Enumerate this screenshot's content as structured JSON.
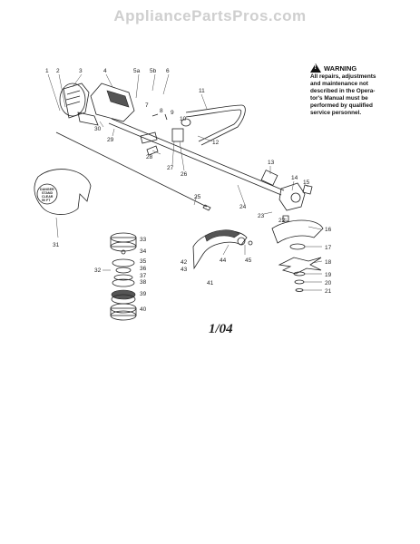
{
  "watermark": "AppliancePartsPros.com",
  "warning": {
    "title": "WARNING",
    "lines": [
      "All repairs, adjustments",
      "and maintenance not",
      "described in the Opera-",
      "tor's Manual must be",
      "performed by qualified",
      "service personnel."
    ]
  },
  "guard_sticker": [
    "DANGER",
    "STAND",
    "CLEAR",
    "50 FT"
  ],
  "date_code": "1/04",
  "callouts": [
    "1",
    "2",
    "3",
    "4",
    "5a",
    "5b",
    "6",
    "7",
    "8",
    "9",
    "10",
    "11",
    "12",
    "13",
    "14",
    "15",
    "16",
    "17",
    "18",
    "19",
    "20",
    "21",
    "22",
    "23",
    "24",
    "25",
    "26",
    "27",
    "28",
    "29",
    "30",
    "31",
    "32",
    "33",
    "34",
    "35",
    "36",
    "37",
    "38",
    "39",
    "40",
    "41",
    "42",
    "43",
    "44",
    "45"
  ]
}
